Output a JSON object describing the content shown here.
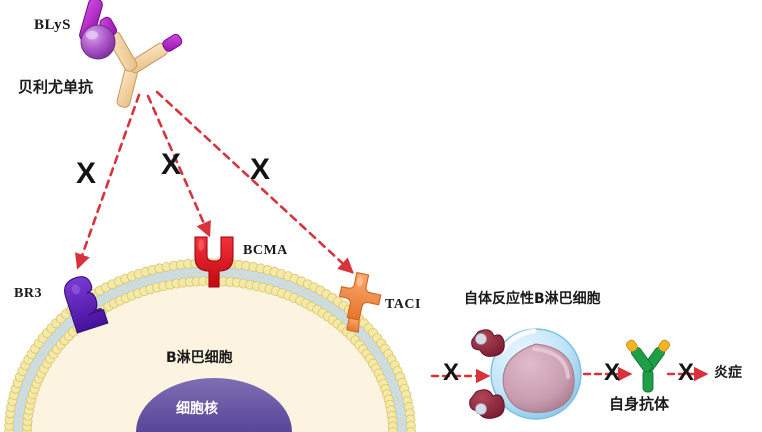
{
  "figure": {
    "domain": "biomedical-mechanism-diagram",
    "subject": "Belimumab blocks BLyS binding to B-lymphocyte receptors",
    "background_color": "#ffffff"
  },
  "labels": {
    "blys": "BLyS",
    "belimumab": "贝利尤单抗",
    "br3": "BR3",
    "bcma": "BCMA",
    "taci": "TACI",
    "b_lymphocyte": "B淋巴细胞",
    "nucleus": "细胞核",
    "autoreactive_b_cell": "自体反应性B淋巴细胞",
    "autoantibody": "自身抗体",
    "inflammation": "炎症"
  },
  "x_marks": {
    "block_br3": "X",
    "block_bcma": "X",
    "block_taci": "X",
    "block_activation": "X",
    "block_antibody_production": "X",
    "block_inflammation": "X"
  },
  "colors": {
    "blys_ligand": "#a855c8",
    "belimumab_body": "#f2d2a0",
    "belimumab_tips": "#b02fc4",
    "br3_receptor": "#5b22b5",
    "bcma_receptor": "#e0141e",
    "taci_receptor": "#f08a47",
    "membrane_head": "#f5e9a8",
    "membrane_core": "#c9dcea",
    "cell_cytoplasm": "#fcf3e0",
    "nucleus_fill": "#6e5ba3",
    "autoreactive_cell_rim": "#a8d8f0",
    "autoreactive_nucleus": "#caa0b4",
    "dark_red_receptor": "#8e2438",
    "autoantibody_green": "#1e9e47",
    "autoantibody_tip": "#f0b429",
    "dashed_line": "#d8323c",
    "x_mark": "#141414"
  },
  "elements": {
    "membrane_type": "lipid-bilayer",
    "receptor_count": 3,
    "blocked_pathways": 3
  }
}
